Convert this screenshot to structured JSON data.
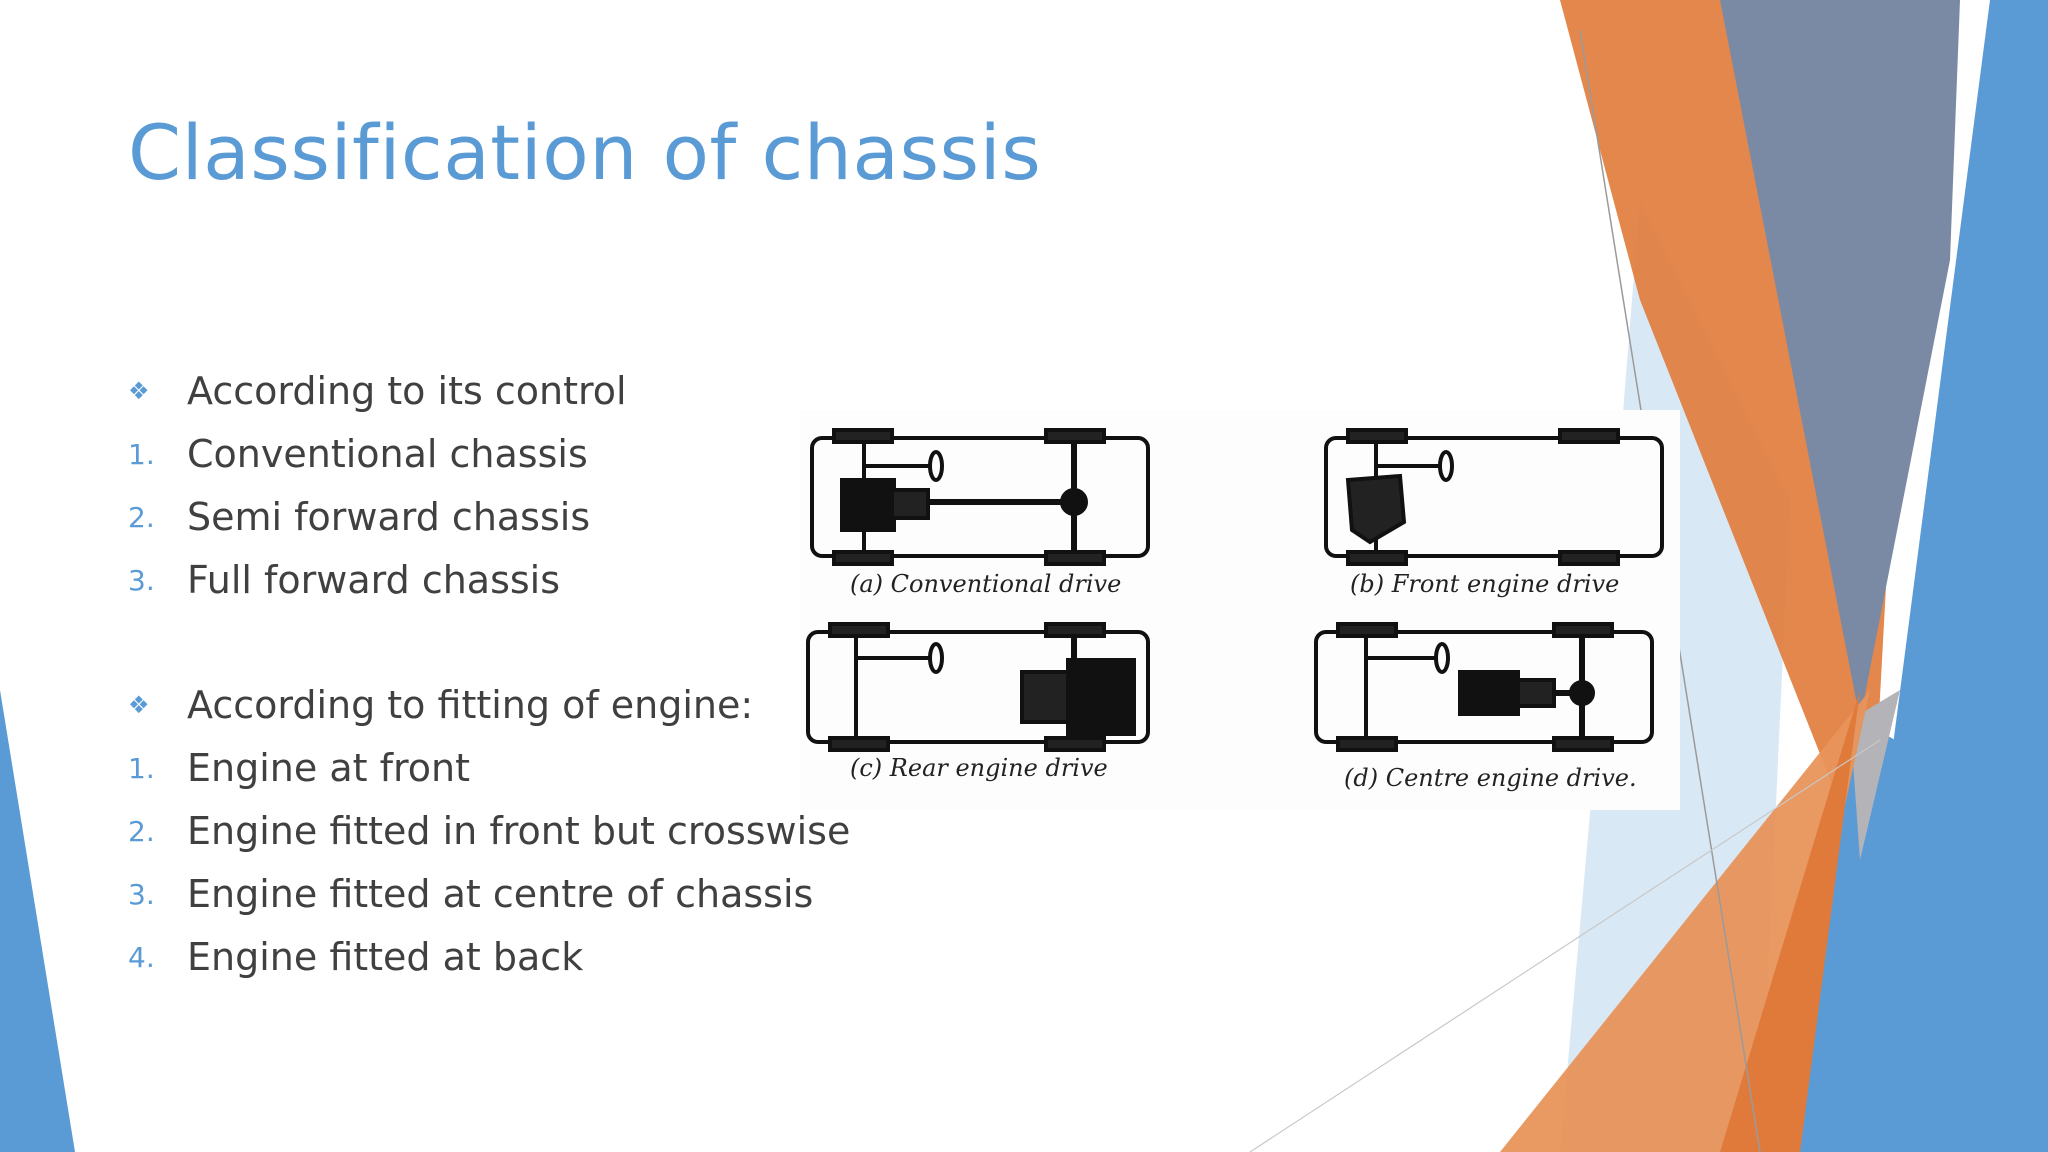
{
  "slide": {
    "title": "Classification of chassis",
    "accent_color": "#5b9bd5",
    "text_color": "#404040",
    "theme_colors": {
      "orange": "#e07a3a",
      "blue": "#5b9bd5",
      "gray_blue": "#7a8aa5",
      "light_blue": "#bdd7ee"
    }
  },
  "group1": {
    "heading": {
      "marker": "❖",
      "text": "According to its control"
    },
    "items": [
      {
        "marker": "1.",
        "text": "Conventional chassis"
      },
      {
        "marker": "2.",
        "text": "Semi forward chassis"
      },
      {
        "marker": "3.",
        "text": "Full forward chassis"
      }
    ]
  },
  "group2": {
    "heading": {
      "marker": "❖",
      "text": "According to fitting of engine:"
    },
    "items": [
      {
        "marker": "1.",
        "text": "Engine at front"
      },
      {
        "marker": "2.",
        "text": "Engine fitted in front but crosswise"
      },
      {
        "marker": "3.",
        "text": "Engine fitted at centre of chassis"
      },
      {
        "marker": "4.",
        "text": "Engine fitted at back"
      }
    ]
  },
  "figure": {
    "captions": {
      "a": "(a)  Conventional drive",
      "b": "(b)  Front engine drive",
      "c": "(c)  Rear engine drive",
      "d": "(d)  Centre engine drive."
    }
  }
}
